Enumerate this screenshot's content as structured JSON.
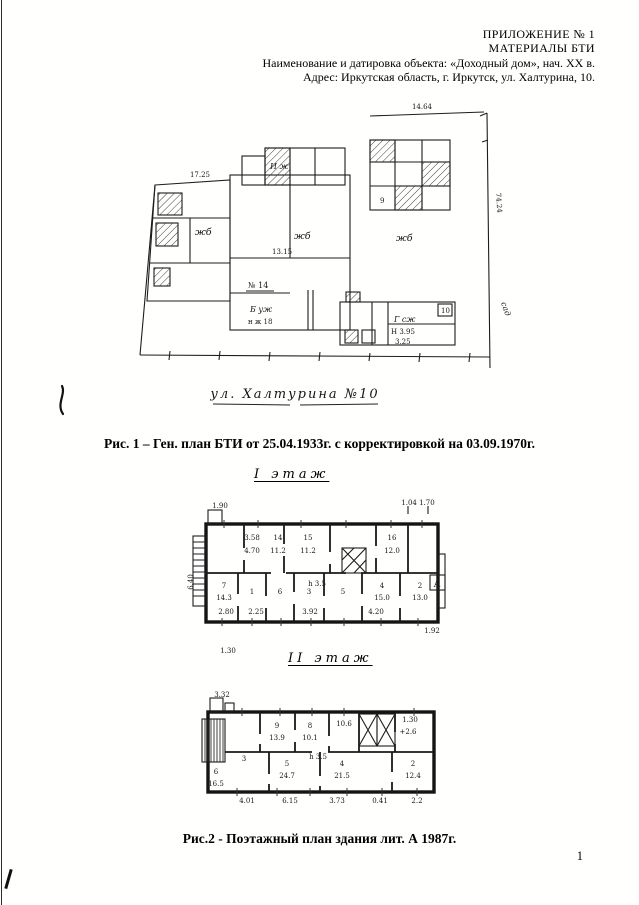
{
  "page_number": "1",
  "header": {
    "appendix": "ПРИЛОЖЕНИЕ № 1",
    "materials": "МАТЕРИАЛЫ БТИ",
    "object_line": "Наименование и датировка объекта: «Доходный дом», нач. XX в.",
    "address_line": "Адрес: Иркутская область, г. Иркутск, ул. Халтурина, 10."
  },
  "figures": {
    "fig1_caption": "Рис. 1 – Ген. план БТИ от 25.04.1933г. с корректировкой на 03.09.1970г.",
    "floor1_label": "I этаж",
    "floor2_label": "II этаж",
    "fig2_caption": "Рис.2 - Поэтажный план здания лит. А 1987г."
  },
  "gen_plan": {
    "street_label": "ул. Халтурина №10",
    "annotations": [
      "17.25",
      "14.64",
      "74.24",
      "И ж",
      "жб",
      "жб",
      "жб",
      "№ 14",
      "13.15",
      "Б уж",
      "н ж 18",
      "9",
      "Г сж",
      "Н 3.95",
      "3.25",
      "10",
      "сад"
    ]
  },
  "floor1": {
    "annotations": [
      "1.90",
      "1.04 1.70",
      "6.40",
      "3.58",
      "4.70",
      "14",
      "11.2",
      "15",
      "11.2",
      "16",
      "12.0",
      "h 3.5",
      "7",
      "14.3",
      "1",
      "6",
      "3",
      "5",
      "4",
      "15.0",
      "2",
      "13.0",
      "2.80",
      "2.25",
      "3.92",
      "4.20",
      "1.30",
      "1.92",
      "А"
    ]
  },
  "floor2": {
    "annotations": [
      "3.32",
      "9",
      "13.9",
      "8",
      "10.1",
      "10.6",
      "+2.6",
      "1.30",
      "h 3.5",
      "3",
      "6",
      "16.5",
      "5",
      "24.7",
      "4",
      "21.5",
      "2",
      "12.4",
      "4.01",
      "6.15",
      "3.73",
      "0.41",
      "2.2"
    ]
  }
}
